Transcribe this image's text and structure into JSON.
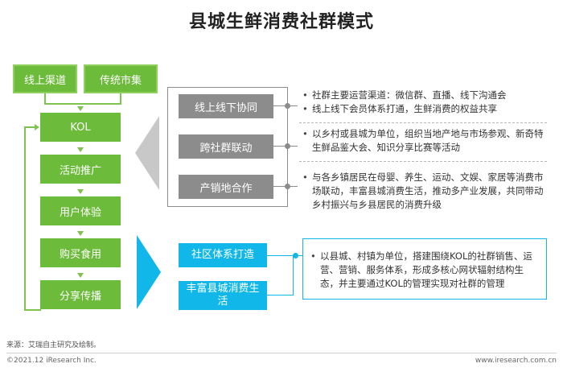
{
  "title": "县城生鲜消费社群模式",
  "top_boxes": [
    "线上渠道",
    "传统市集"
  ],
  "flow_steps": [
    "KOL",
    "活动推广",
    "用户体验",
    "购买食用",
    "分享传播"
  ],
  "gray_items": [
    "线上线下协同",
    "跨社群联动",
    "产销地合作"
  ],
  "gray_bullets": [
    [
      "社群主要运营渠道：微信群、直播、线下沟通会",
      "线上线下会员体系打通，生鲜消费的权益共享"
    ],
    [
      "以乡村或县城为单位，组织当地产地与市场参观、新奇特生鲜品鉴大会、知识分享比赛等活动"
    ],
    [
      "与各乡镇居民在母婴、养生、运动、文娱、家居等消费市场联动，丰富县城消费生活，推动多产业发展，共同带动乡村振兴与乡县居民的消费升级"
    ]
  ],
  "blue_items": [
    "社区体系打造",
    "丰富县城消费生活"
  ],
  "blue_bullet": "以县城、村镇为单位，搭建围绕KOL的社群销售、运营、营销、服务体系，形成多核心网状辐射结构生态，并主要通过KOL的管理实现对社群的管理",
  "source": "来源：艾瑞自主研究及绘制。",
  "copyright": "©2021.12 iResearch Inc.",
  "website": "www.iresearch.com.cn",
  "colors": {
    "green": "#6cbb3a",
    "gray": "#8c8c8c",
    "blue": "#10b7e8"
  }
}
